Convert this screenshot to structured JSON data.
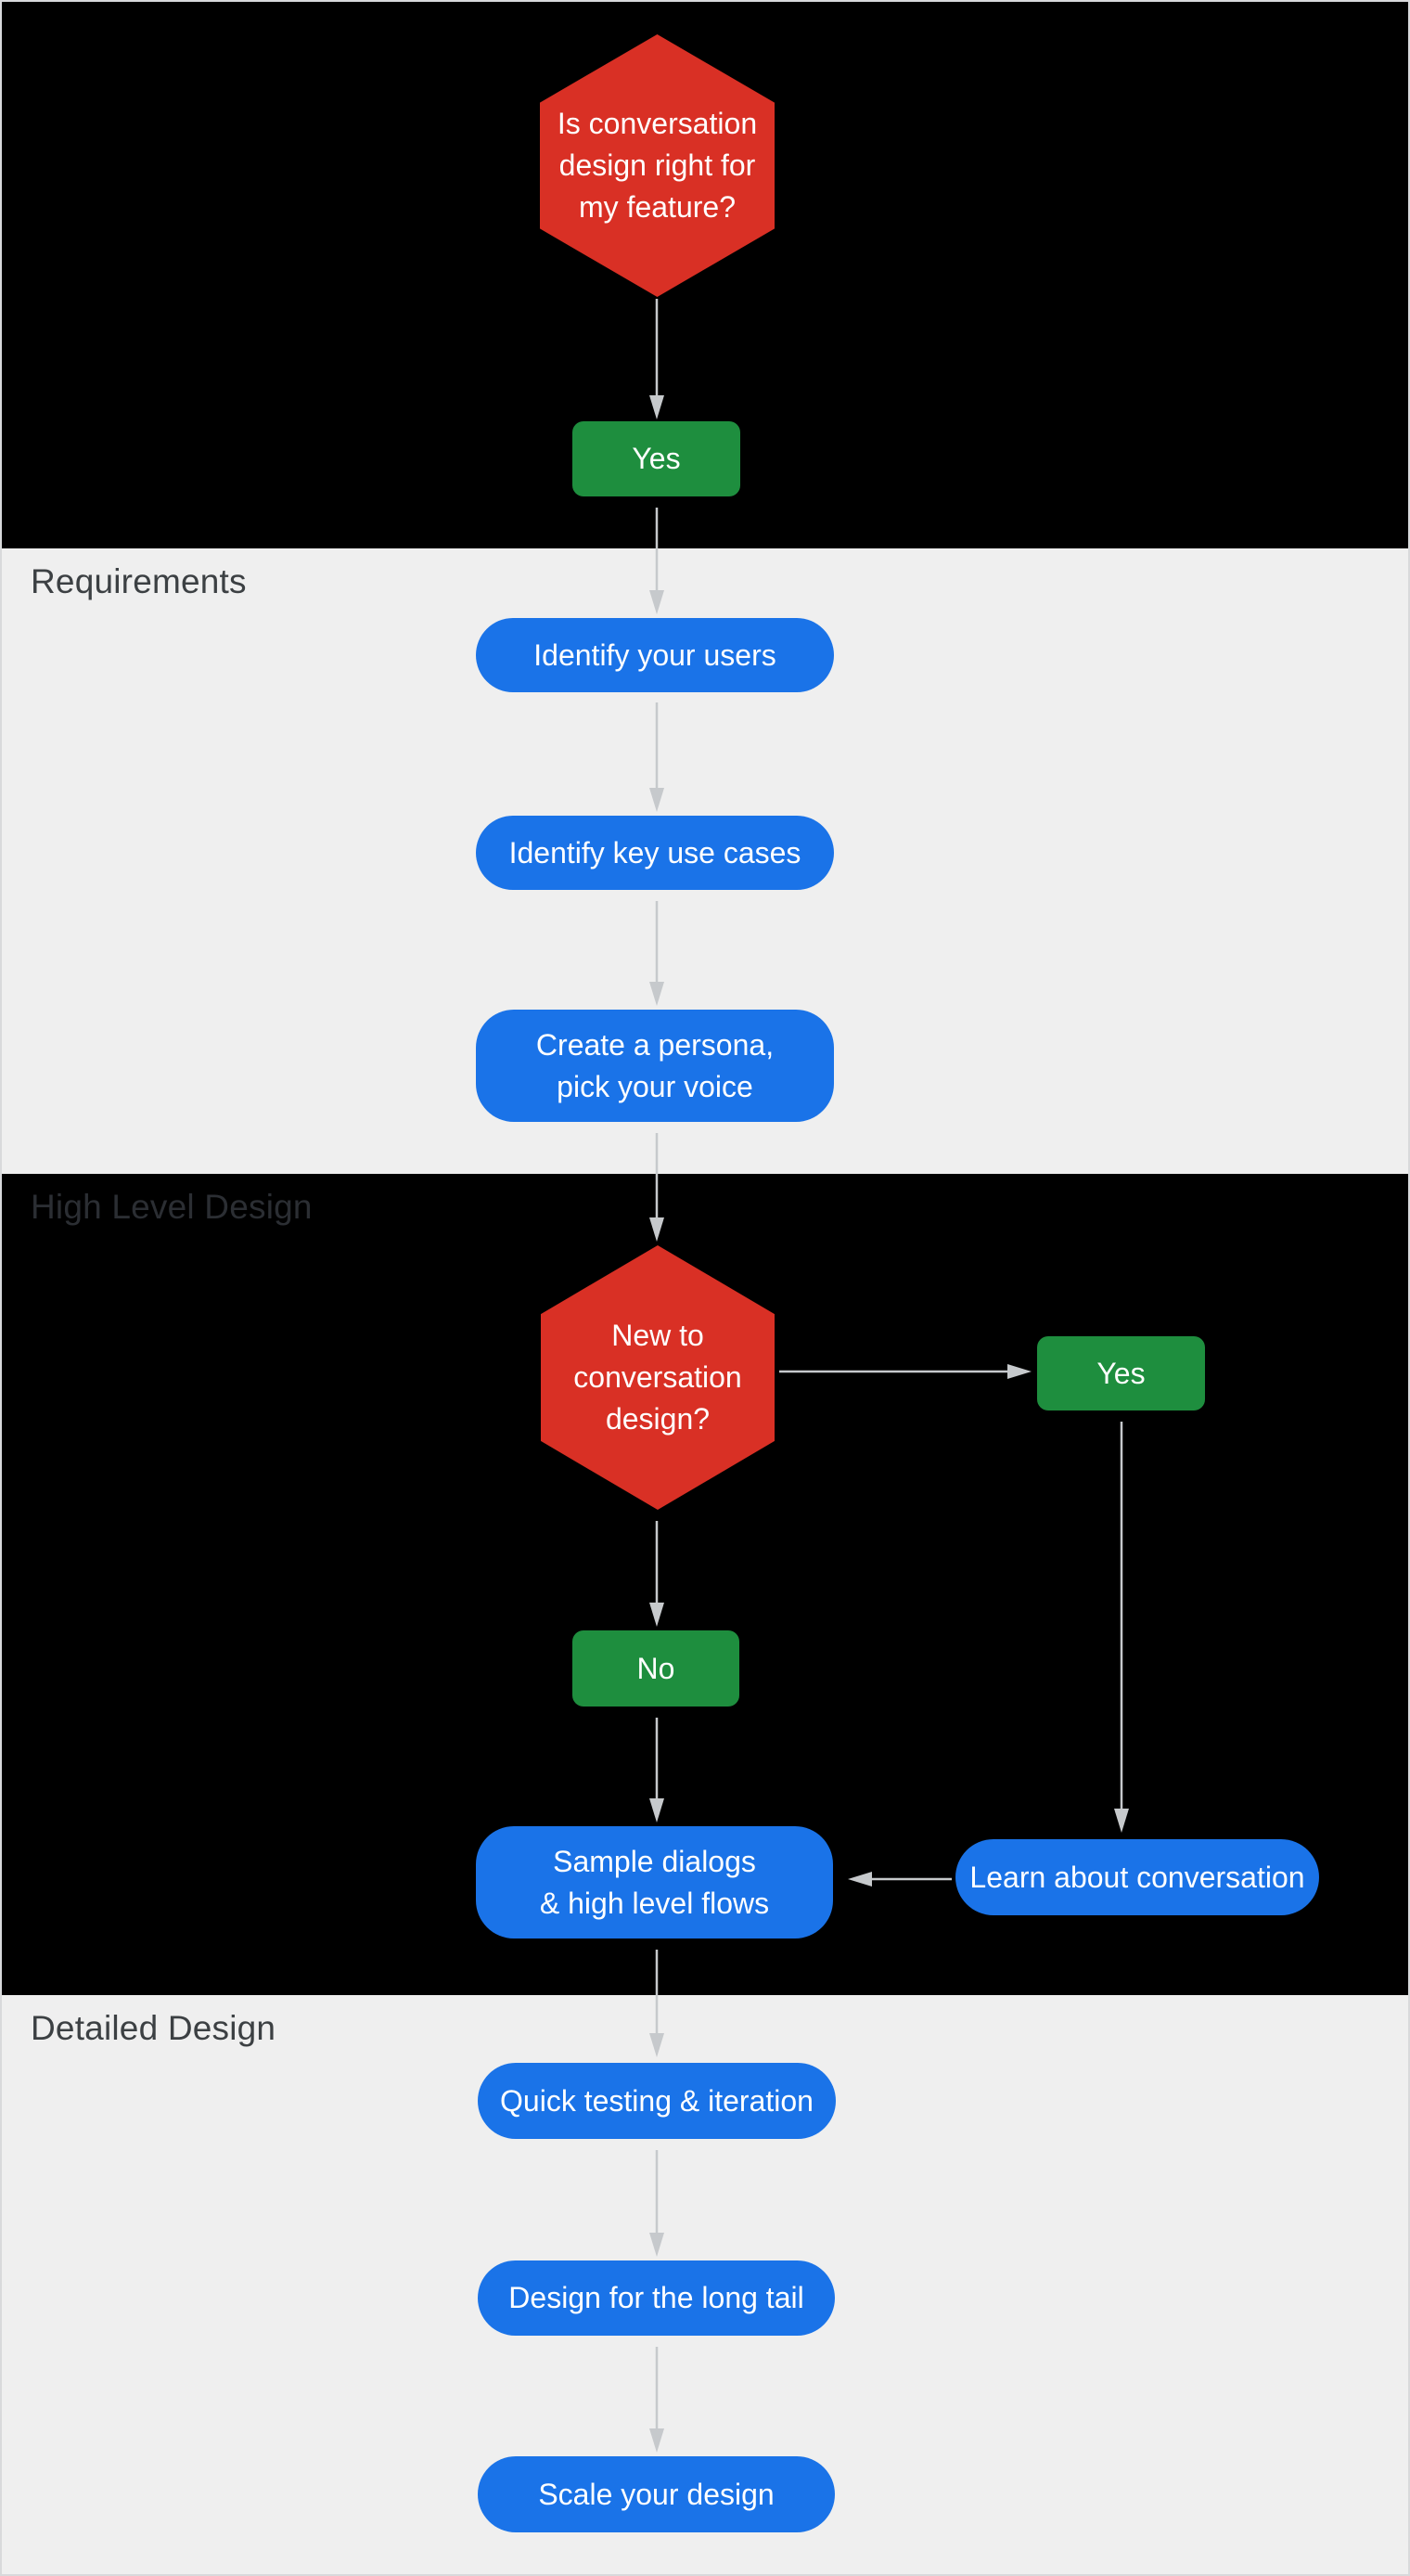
{
  "section_labels": {
    "requirements": "Requirements",
    "high_level_design": "High Level Design",
    "detailed_design": "Detailed Design"
  },
  "nodes": {
    "decision_feature": {
      "type": "decision",
      "lines": [
        "Is conversation",
        "design right for",
        "my feature?"
      ]
    },
    "answer_yes_1": {
      "type": "answer",
      "label": "Yes"
    },
    "identify_users": {
      "type": "step",
      "label": "Identify your users"
    },
    "identify_key_use_cases": {
      "type": "step",
      "label": "Identify key use cases"
    },
    "create_persona": {
      "type": "step",
      "lines": [
        "Create a persona,",
        "pick your voice"
      ]
    },
    "decision_new_to_design": {
      "type": "decision",
      "lines": [
        "New to",
        "conversation",
        "design?"
      ]
    },
    "answer_yes_2": {
      "type": "answer",
      "label": "Yes"
    },
    "answer_no": {
      "type": "answer",
      "label": "No"
    },
    "sample_dialogs": {
      "type": "step",
      "lines": [
        "Sample dialogs",
        "& high level flows"
      ]
    },
    "learn_about_conversation": {
      "type": "step",
      "label": "Learn about conversation"
    },
    "quick_testing": {
      "type": "step",
      "label": "Quick testing & iteration"
    },
    "design_long_tail": {
      "type": "step",
      "label": "Design for the long tail"
    },
    "scale_your_design": {
      "type": "step",
      "label": "Scale your design"
    }
  },
  "flow_edges": [
    {
      "from": "decision_feature",
      "to": "answer_yes_1",
      "direction": "down"
    },
    {
      "from": "answer_yes_1",
      "to": "identify_users",
      "direction": "down"
    },
    {
      "from": "identify_users",
      "to": "identify_key_use_cases",
      "direction": "down"
    },
    {
      "from": "identify_key_use_cases",
      "to": "create_persona",
      "direction": "down"
    },
    {
      "from": "create_persona",
      "to": "decision_new_to_design",
      "direction": "down"
    },
    {
      "from": "decision_new_to_design",
      "to": "answer_yes_2",
      "direction": "right"
    },
    {
      "from": "decision_new_to_design",
      "to": "answer_no",
      "direction": "down"
    },
    {
      "from": "answer_yes_2",
      "to": "learn_about_conversation",
      "direction": "down"
    },
    {
      "from": "answer_no",
      "to": "sample_dialogs",
      "direction": "down"
    },
    {
      "from": "learn_about_conversation",
      "to": "sample_dialogs",
      "direction": "left"
    },
    {
      "from": "sample_dialogs",
      "to": "quick_testing",
      "direction": "down"
    },
    {
      "from": "quick_testing",
      "to": "design_long_tail",
      "direction": "down"
    },
    {
      "from": "design_long_tail",
      "to": "scale_your_design",
      "direction": "down"
    }
  ],
  "colors": {
    "decision_hexagon": "#D93025",
    "answer_button": "#1E8E3E",
    "step_pill": "#1A73E8",
    "arrow": "#C6C9CC",
    "light_band_bg": "#EFEFEF",
    "dark_band_bg": "#000000",
    "light_band_label": "#3C4043",
    "dark_band_label": "#2B2E33",
    "node_text": "#FFFFFF"
  }
}
